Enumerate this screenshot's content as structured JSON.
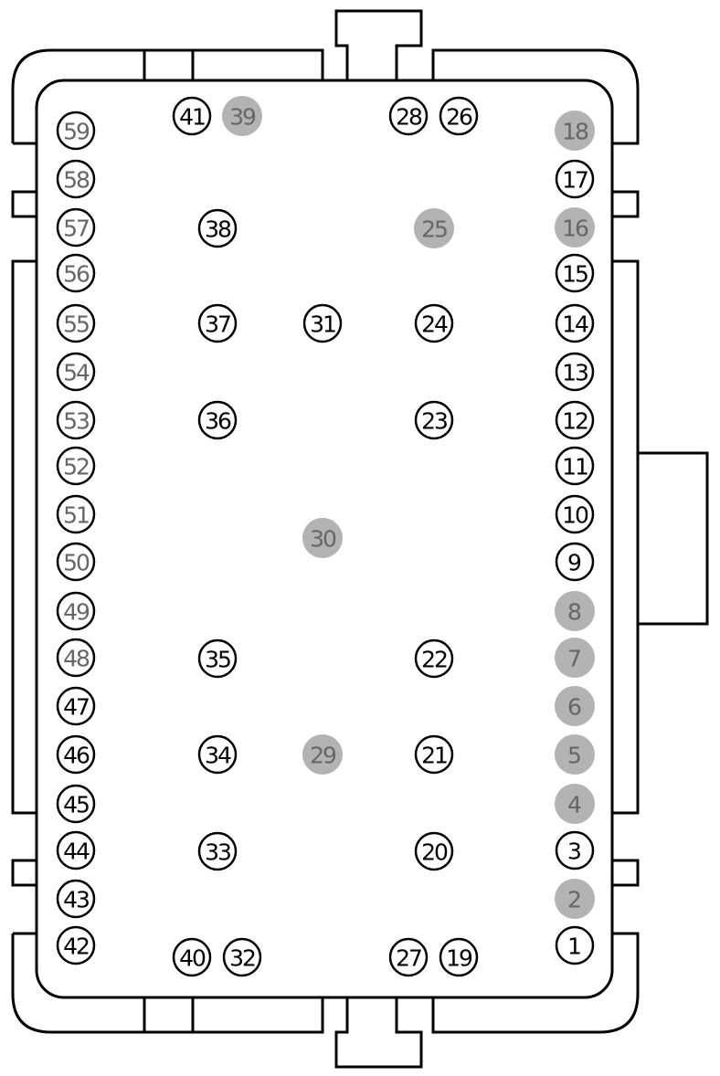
{
  "pins": [
    {
      "label": "1",
      "state": "open"
    },
    {
      "label": "2",
      "state": "filled"
    },
    {
      "label": "3",
      "state": "open"
    },
    {
      "label": "4",
      "state": "filled"
    },
    {
      "label": "5",
      "state": "filled"
    },
    {
      "label": "6",
      "state": "filled"
    },
    {
      "label": "7",
      "state": "filled"
    },
    {
      "label": "8",
      "state": "filled"
    },
    {
      "label": "9",
      "state": "open"
    },
    {
      "label": "10",
      "state": "open"
    },
    {
      "label": "11",
      "state": "open"
    },
    {
      "label": "12",
      "state": "open"
    },
    {
      "label": "13",
      "state": "open"
    },
    {
      "label": "14",
      "state": "open"
    },
    {
      "label": "15",
      "state": "open"
    },
    {
      "label": "16",
      "state": "filled"
    },
    {
      "label": "17",
      "state": "open"
    },
    {
      "label": "18",
      "state": "filled"
    },
    {
      "label": "19",
      "state": "open"
    },
    {
      "label": "20",
      "state": "open"
    },
    {
      "label": "21",
      "state": "open"
    },
    {
      "label": "22",
      "state": "open"
    },
    {
      "label": "23",
      "state": "open"
    },
    {
      "label": "24",
      "state": "open"
    },
    {
      "label": "25",
      "state": "filled"
    },
    {
      "label": "26",
      "state": "open"
    },
    {
      "label": "27",
      "state": "open"
    },
    {
      "label": "28",
      "state": "open"
    },
    {
      "label": "29",
      "state": "filled"
    },
    {
      "label": "30",
      "state": "filled"
    },
    {
      "label": "31",
      "state": "open"
    },
    {
      "label": "32",
      "state": "open"
    },
    {
      "label": "33",
      "state": "open"
    },
    {
      "label": "34",
      "state": "open"
    },
    {
      "label": "35",
      "state": "open"
    },
    {
      "label": "36",
      "state": "open"
    },
    {
      "label": "37",
      "state": "open"
    },
    {
      "label": "38",
      "state": "open"
    },
    {
      "label": "39",
      "state": "filled"
    },
    {
      "label": "40",
      "state": "open"
    },
    {
      "label": "41",
      "state": "open"
    },
    {
      "label": "42",
      "state": "open"
    },
    {
      "label": "43",
      "state": "open"
    },
    {
      "label": "44",
      "state": "open"
    },
    {
      "label": "45",
      "state": "open"
    },
    {
      "label": "46",
      "state": "open"
    },
    {
      "label": "47",
      "state": "open"
    },
    {
      "label": "48",
      "state": "open"
    },
    {
      "label": "49",
      "state": "open"
    },
    {
      "label": "50",
      "state": "open"
    },
    {
      "label": "51",
      "state": "open"
    },
    {
      "label": "52",
      "state": "open"
    },
    {
      "label": "53",
      "state": "open"
    },
    {
      "label": "54",
      "state": "open"
    },
    {
      "label": "55",
      "state": "open"
    },
    {
      "label": "56",
      "state": "open"
    },
    {
      "label": "57",
      "state": "open"
    },
    {
      "label": "58",
      "state": "open"
    },
    {
      "label": "59",
      "state": "open"
    }
  ],
  "colors": {
    "outline": "#000000",
    "filled_pin": "#b3b3b3",
    "filled_text": "#666666",
    "open_text_dark": "#000000",
    "open_text_gray": "#666666",
    "background": "#ffffff"
  }
}
